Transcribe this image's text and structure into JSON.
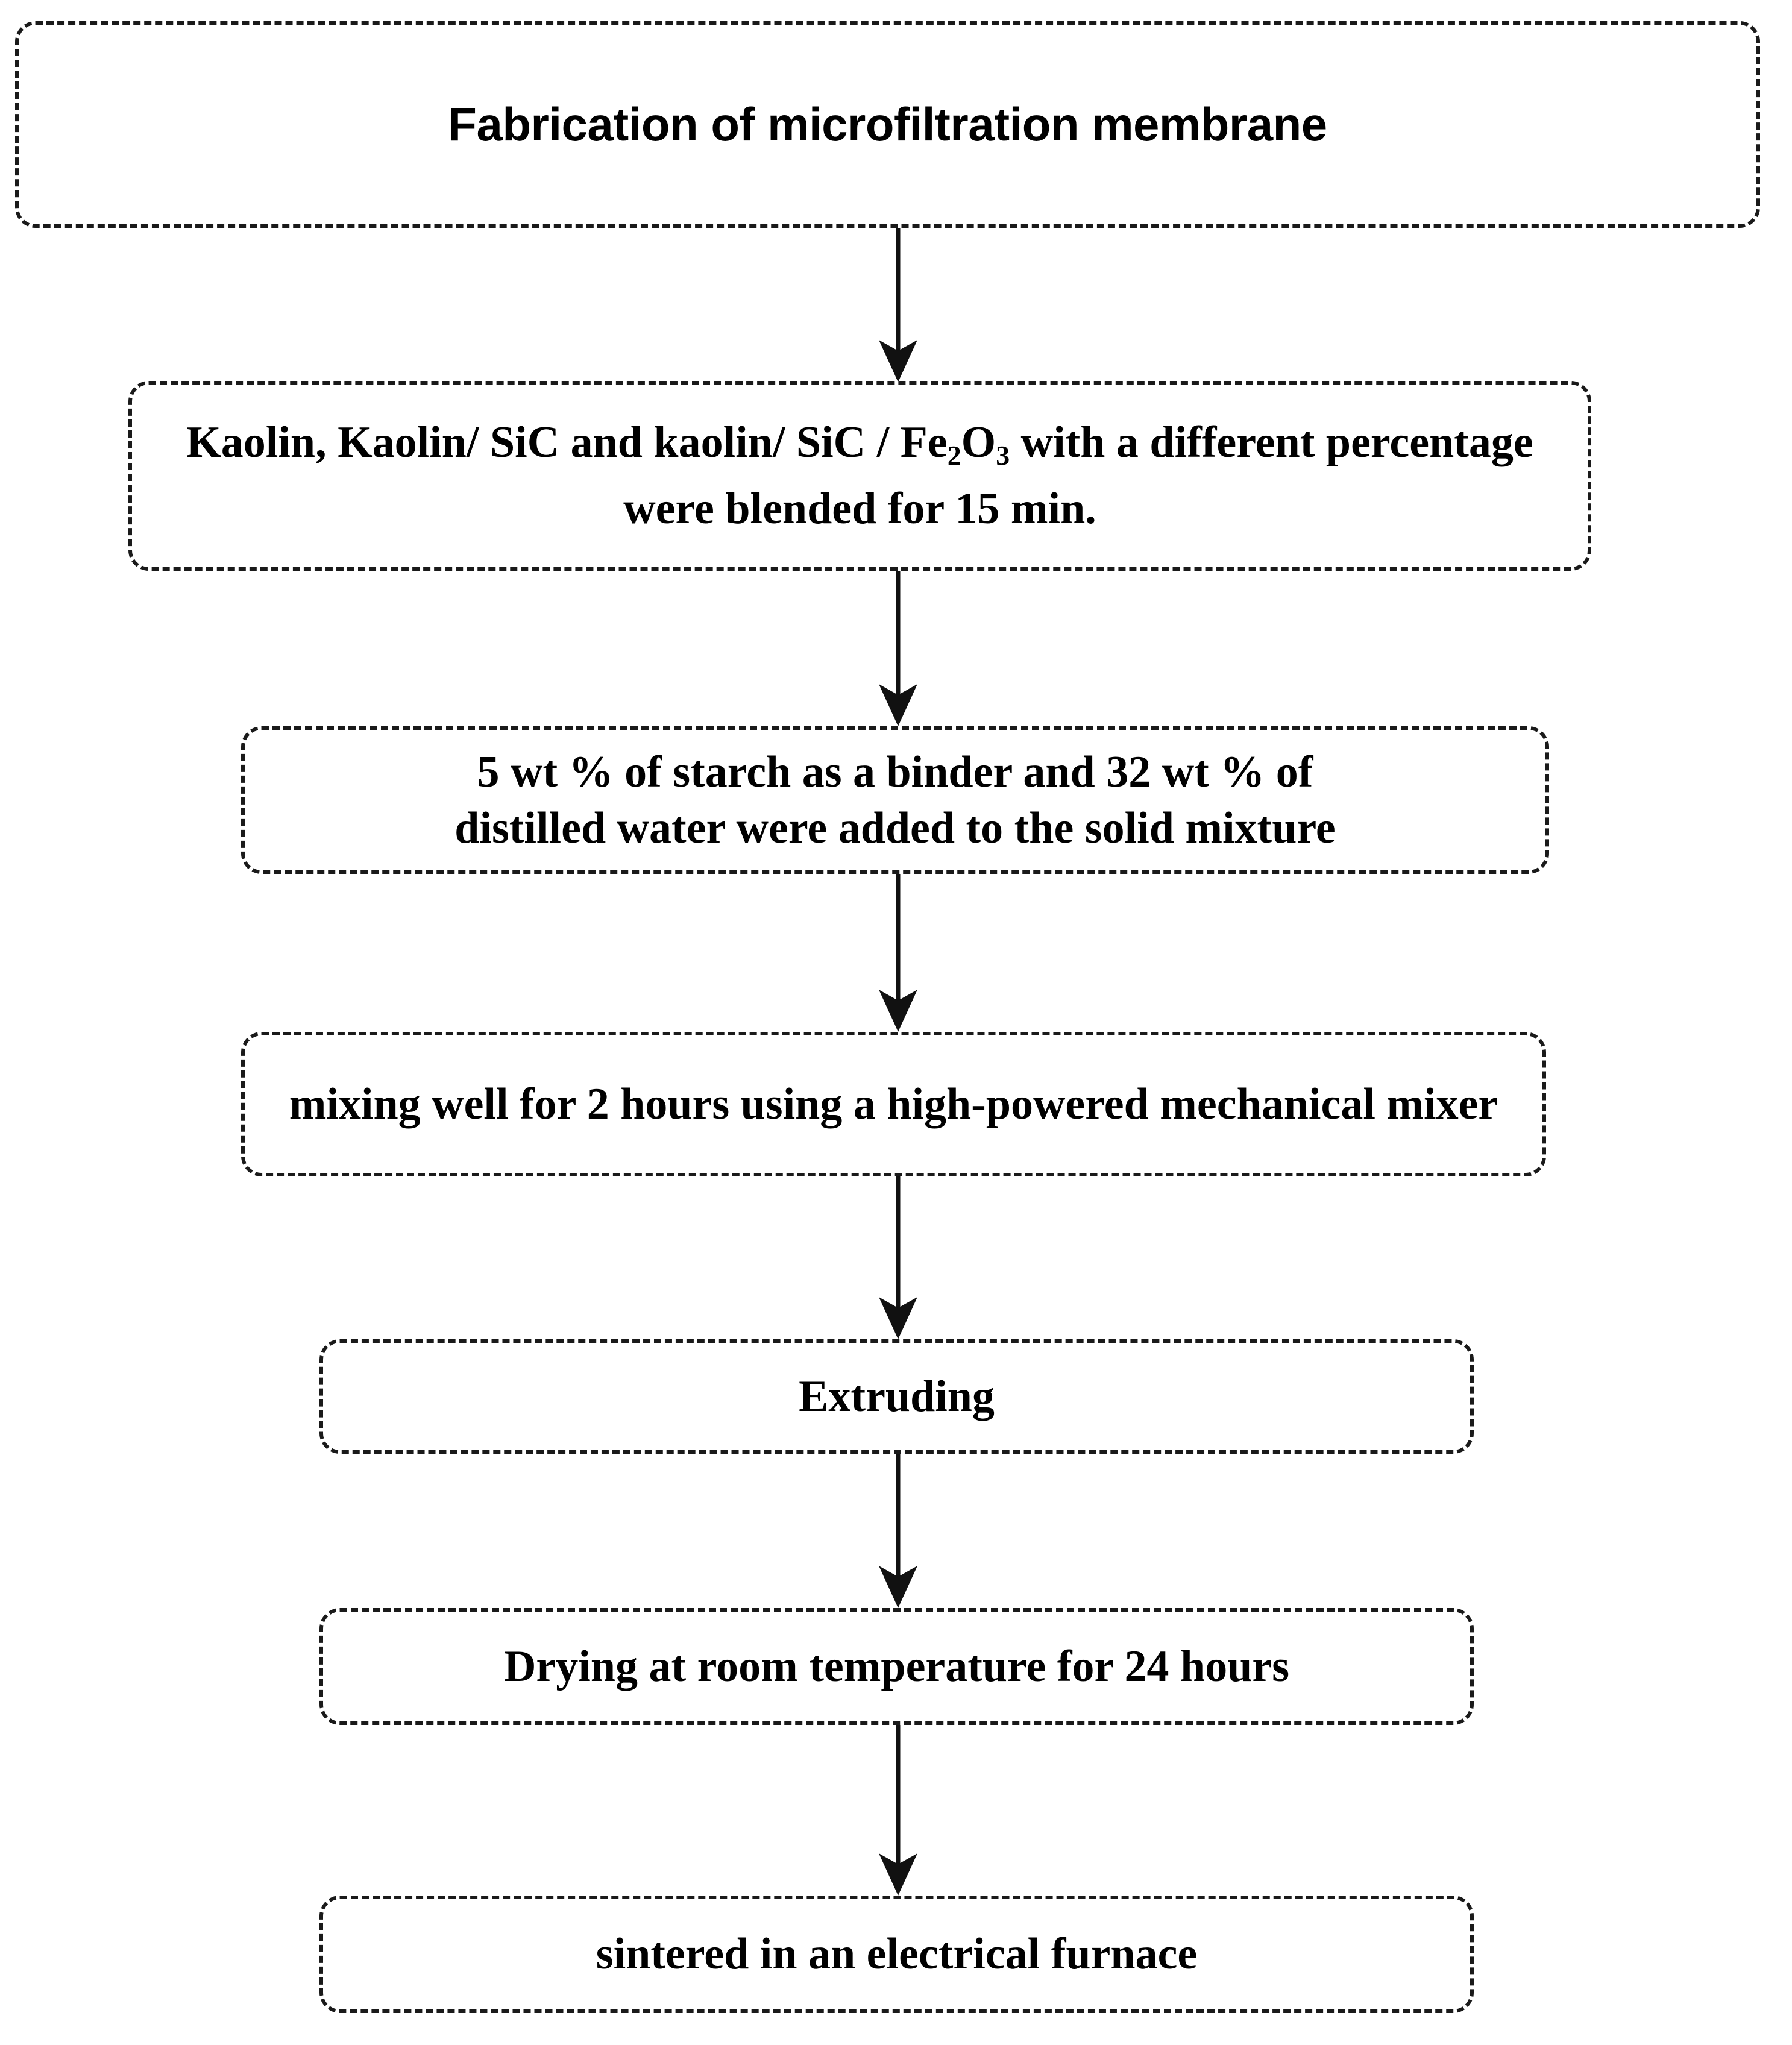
{
  "figure": {
    "type": "flowchart",
    "orientation": "vertical-top-to-bottom",
    "node_style": "dashed-rounded-rectangle",
    "connector_style": "solid-line-with-filled-concave-arrowhead",
    "background_color": "#ffffff",
    "line_color": "#1a1a1a",
    "text_color": "#000000"
  },
  "nodes": [
    {
      "id": "node-1",
      "name": "fabrication-title",
      "text": "Fabrication of microfiltration membrane",
      "font": "sans-bold",
      "lines": [
        "Fabrication of microfiltration membrane"
      ]
    },
    {
      "id": "node-2",
      "name": "blending-step",
      "text": "Kaolin, Kaolin/ SiC and kaolin/ SiC / Fe2O3 with a different percentage were blended  for 15 min.",
      "font": "serif-bold",
      "line1_part1": "Kaolin, Kaolin/ SiC and kaolin/ SiC / Fe",
      "line1_sub1": "2",
      "line1_part2": "O",
      "line1_sub2": "3",
      "line1_part3": " with a different percentage",
      "line2": "were blended  for 15 min."
    },
    {
      "id": "node-3",
      "name": "binder-water-step",
      "font": "serif-bold",
      "line1": "5 wt % of starch as a binder and 32 wt % of",
      "line2": "distilled water were added to the solid mixture"
    },
    {
      "id": "node-4",
      "name": "mixing-step",
      "font": "serif-bold",
      "text": "mixing well for 2 hours using a high-powered mechanical mixer"
    },
    {
      "id": "node-5",
      "name": "extruding-step",
      "font": "serif-bold",
      "text": "Extruding"
    },
    {
      "id": "node-6",
      "name": "drying-step",
      "font": "serif-bold",
      "text": "Drying at room temperature for 24 hours"
    },
    {
      "id": "node-7",
      "name": "sintering-step",
      "font": "serif-bold",
      "text": "sintered in an electrical furnace"
    }
  ],
  "connectors": [
    {
      "name": "arrow-1-to-2",
      "from": "node-1",
      "to": "node-2"
    },
    {
      "name": "arrow-2-to-3",
      "from": "node-2",
      "to": "node-3"
    },
    {
      "name": "arrow-3-to-4",
      "from": "node-3",
      "to": "node-4"
    },
    {
      "name": "arrow-4-to-5",
      "from": "node-4",
      "to": "node-5"
    },
    {
      "name": "arrow-5-to-6",
      "from": "node-5",
      "to": "node-6"
    },
    {
      "name": "arrow-6-to-7",
      "from": "node-6",
      "to": "node-7"
    }
  ]
}
